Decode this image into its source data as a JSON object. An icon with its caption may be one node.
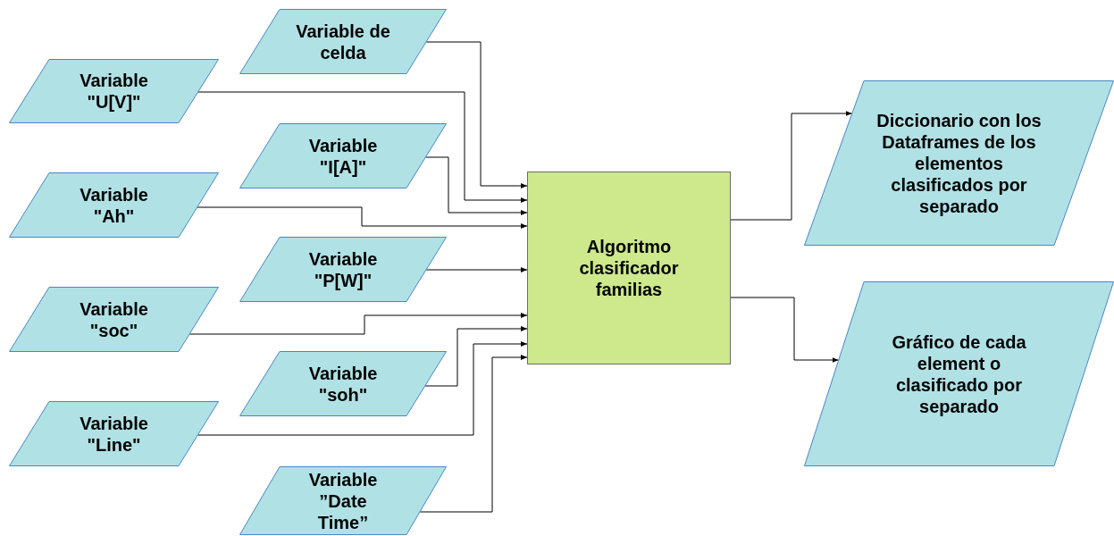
{
  "diagram": {
    "nodes": [
      {
        "text": [
          "Variable de celda"
        ]
      },
      {
        "text": [
          "Variable",
          "\"U[V]\""
        ]
      },
      {
        "text": [
          "Variable",
          "\"I[A]\""
        ]
      },
      {
        "text": [
          "Variable",
          "\"Ah\""
        ]
      },
      {
        "text": [
          "Variable",
          "\"P[W]\""
        ]
      },
      {
        "text": [
          "Variable",
          "\"soc\""
        ]
      },
      {
        "text": [
          "Variable",
          "\"soh\""
        ]
      },
      {
        "text": [
          "Variable",
          "\"Line\""
        ]
      },
      {
        "text": [
          "Variable",
          "”Date Time”"
        ]
      },
      {
        "text": [
          "Algoritmo clasificador familias"
        ]
      },
      {
        "text": [
          "Diccionario con los Dataframes de los elementos clasificados por separado"
        ]
      },
      {
        "text": [
          "Gráfico de cada element o clasificado por separado"
        ]
      }
    ],
    "edges": [
      {
        "from": 0,
        "to": 9,
        "arrow": "to"
      },
      {
        "from": 1,
        "to": 9,
        "arrow": "to"
      },
      {
        "from": 2,
        "to": 9,
        "arrow": "to"
      },
      {
        "from": 3,
        "to": 9,
        "arrow": "to"
      },
      {
        "from": 4,
        "to": 9,
        "arrow": "to"
      },
      {
        "from": 5,
        "to": 9,
        "arrow": "to"
      },
      {
        "from": 6,
        "to": 9,
        "arrow": "to"
      },
      {
        "from": 7,
        "to": 9,
        "arrow": "to"
      },
      {
        "from": 8,
        "to": 9,
        "arrow": "to"
      },
      {
        "from": 9,
        "to": 10,
        "arrow": "to"
      },
      {
        "from": 9,
        "to": 11,
        "arrow": "to"
      }
    ]
  }
}
